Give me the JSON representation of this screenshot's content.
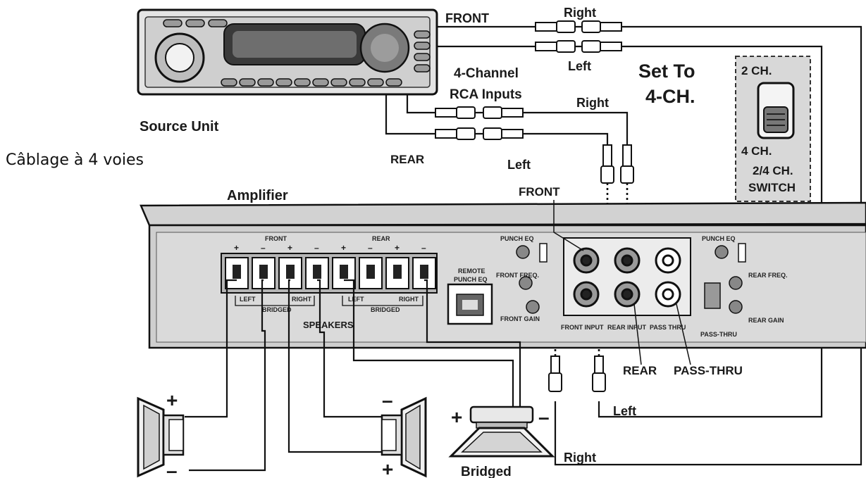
{
  "caption": "Câblage à 4 voies",
  "source_unit": {
    "label": "Source Unit"
  },
  "amplifier": {
    "label": "Amplifier"
  },
  "rca_inputs": {
    "line1": "4-Channel",
    "line2": "RCA Inputs"
  },
  "wire_labels": {
    "front_top": "FRONT",
    "right_top": "Right",
    "left_top": "Left",
    "right_mid": "Right",
    "rear": "REAR",
    "left_mid": "Left",
    "front_amp": "FRONT",
    "rear_amp": "REAR",
    "pass_thru": "PASS-THRU",
    "left_bottom": "Left",
    "right_bottom": "Right"
  },
  "set_to": {
    "line1": "Set To",
    "line2": "4-CH."
  },
  "switch_panel": {
    "top": "2 CH.",
    "bottom": "4 CH.",
    "name1": "2/4 CH.",
    "name2": "SWITCH"
  },
  "amp_panel": {
    "front": "FRONT",
    "rear": "REAR",
    "left_a": "LEFT",
    "right_a": "RIGHT",
    "left_b": "LEFT",
    "right_b": "RIGHT",
    "bridged_a": "BRIDGED",
    "bridged_b": "BRIDGED",
    "speakers": "SPEAKERS",
    "remote1": "REMOTE",
    "remote2": "PUNCH EQ",
    "punch_eq_a": "PUNCH EQ",
    "punch_eq_b": "PUNCH EQ",
    "front_input": "FRONT INPUT",
    "rear_input": "REAR INPUT",
    "pass_thru_small": "PASS THRU",
    "pass_thru_panel": "PASS-THRU",
    "front_freq": "FRONT FREQ.",
    "rear_freq": "REAR FREQ.",
    "front_gain": "FRONT GAIN",
    "rear_gain": "REAR GAIN"
  },
  "terminal_polarity": [
    "+",
    "–",
    "+",
    "–",
    "+",
    "–",
    "+",
    "–"
  ],
  "speaker_signs": {
    "left_top": "+",
    "left_bottom": "–",
    "mid_top": "–",
    "mid_bottom": "+",
    "sub_plus": "+",
    "sub_minus": "–"
  },
  "bridged_label": "Bridged"
}
